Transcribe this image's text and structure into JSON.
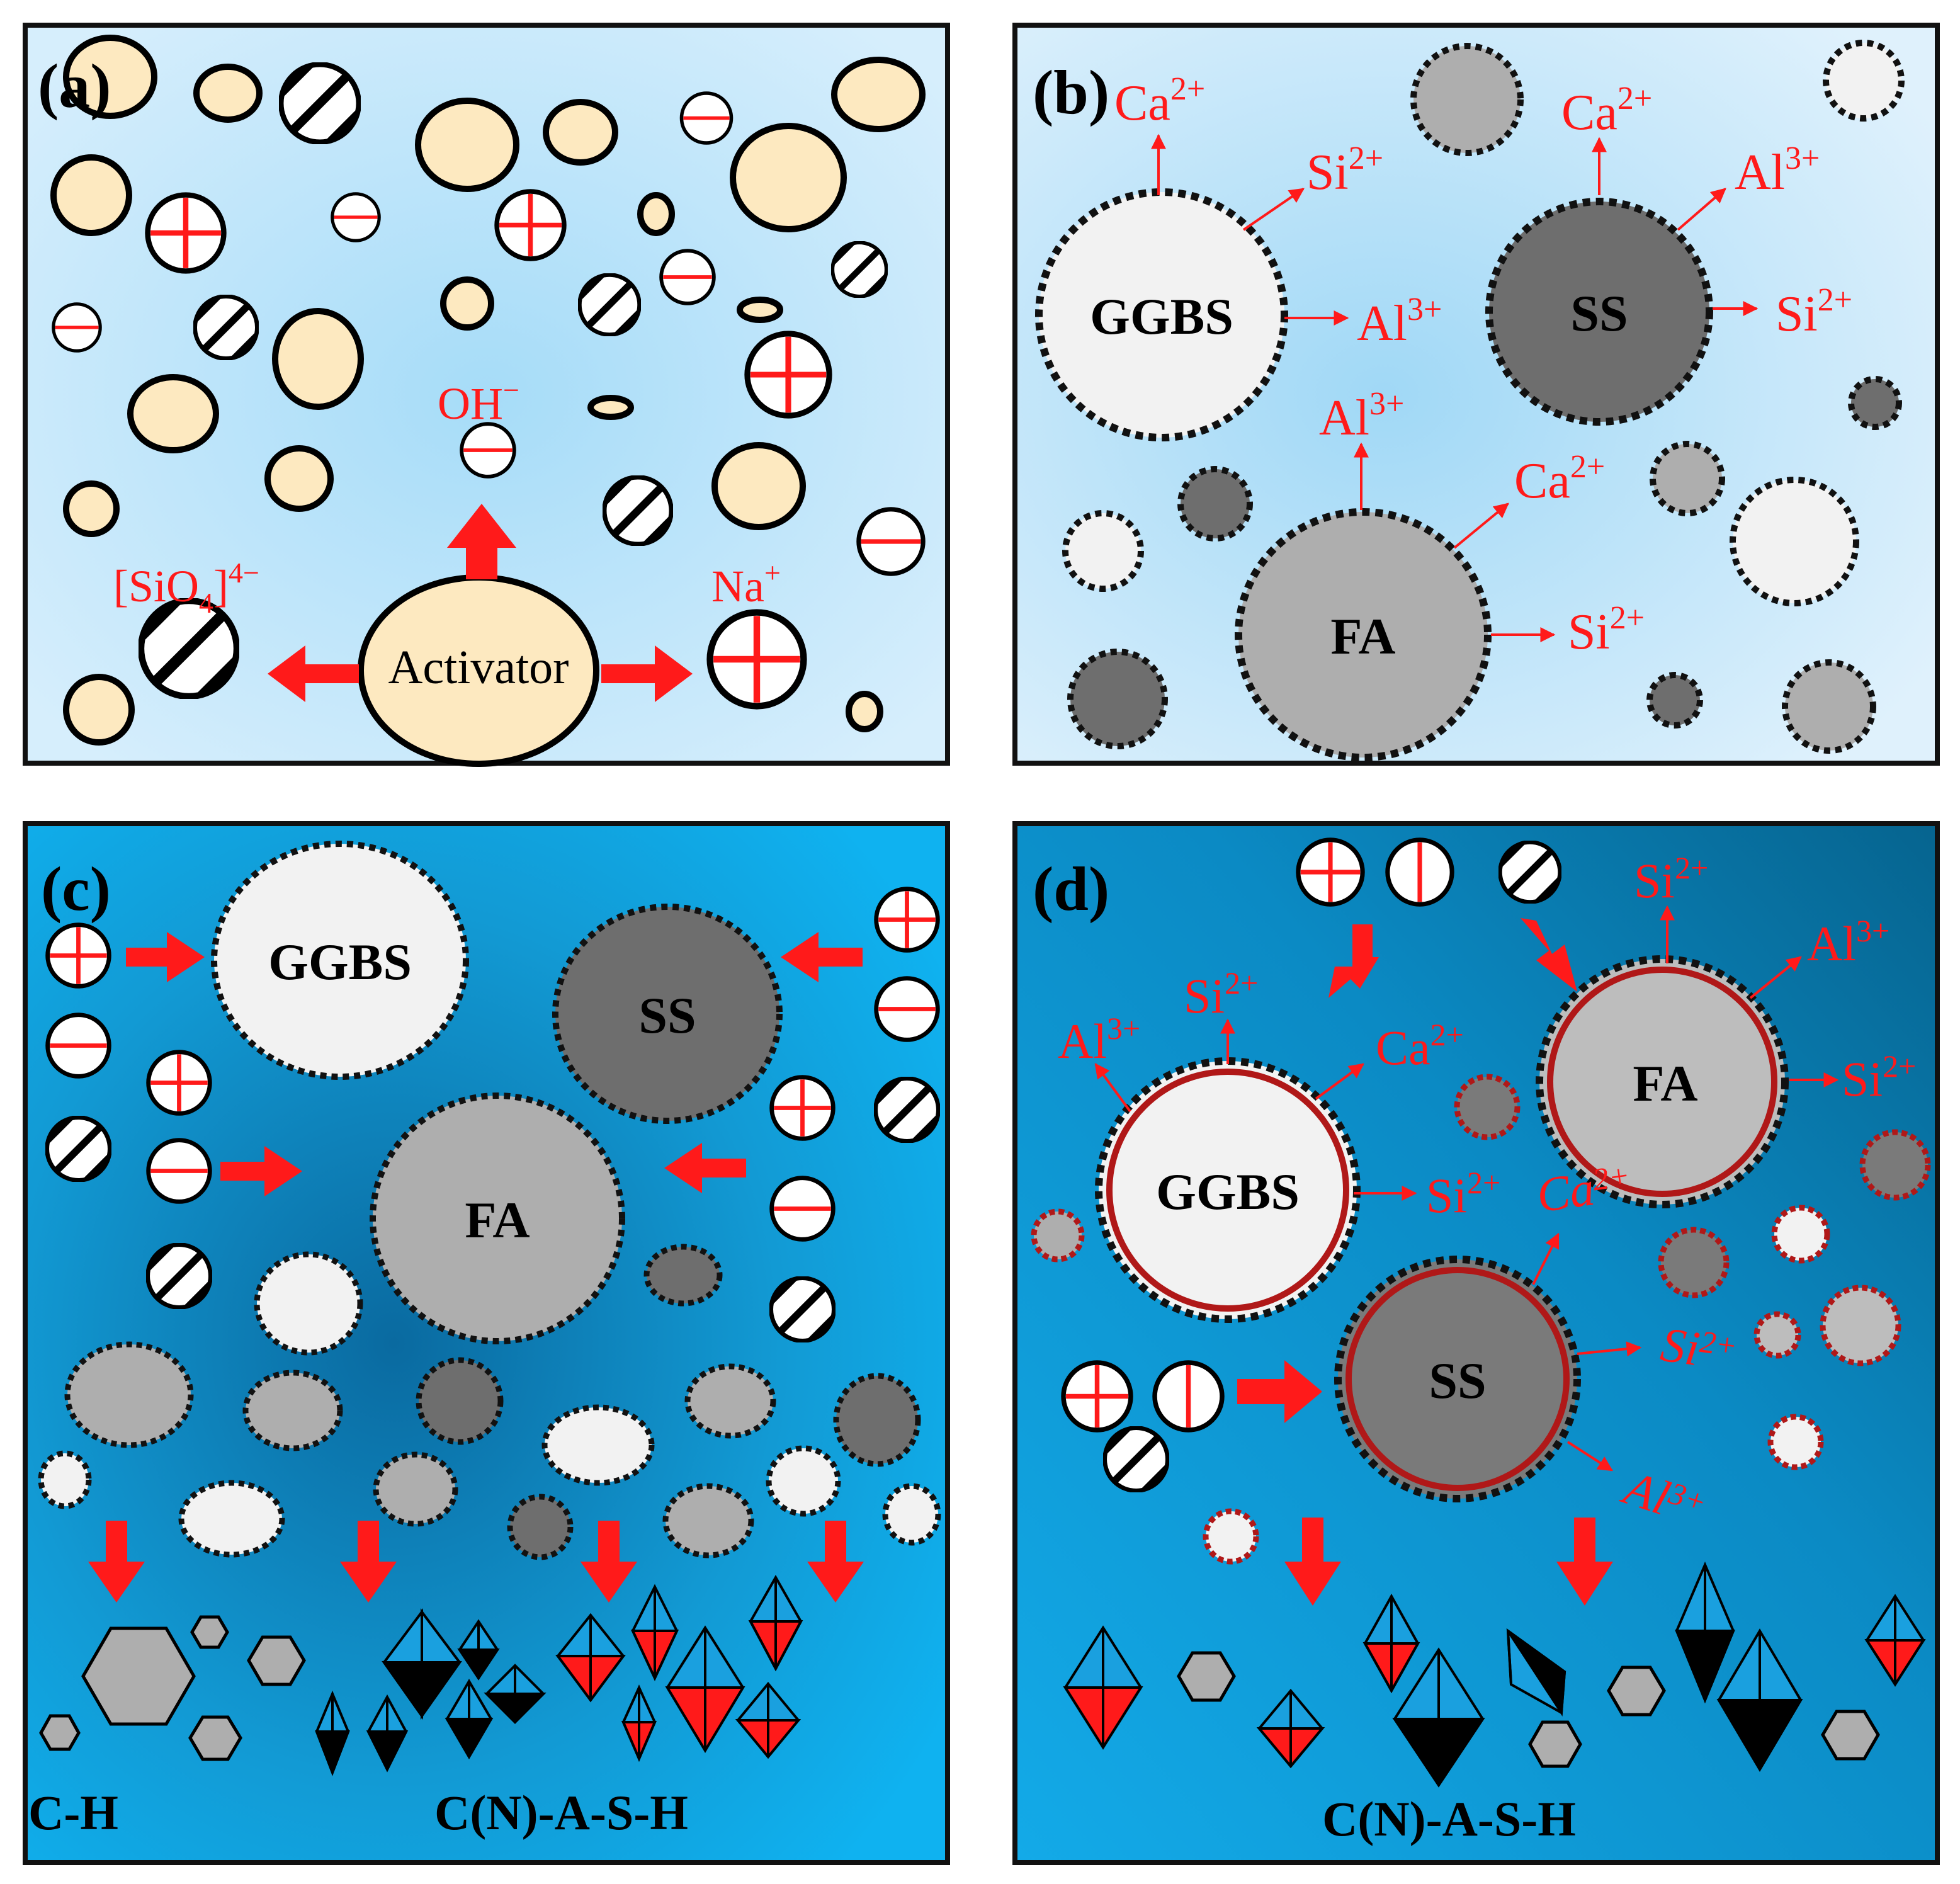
{
  "panels": {
    "a": {
      "tag": "(a)",
      "center": "Activator",
      "products": {
        "oh": "OH",
        "oh_sup": "−",
        "sio4": "[SiO",
        "sio4_sub": "4",
        "sio4_tail": "]",
        "sio4_sup": "4−",
        "na": "Na",
        "na_sup": "+"
      }
    },
    "b": {
      "tag": "(b)",
      "particles": [
        "GGBS",
        "SS",
        "FA"
      ],
      "ions": [
        {
          "base": "Ca",
          "sup": "2+"
        },
        {
          "base": "Si",
          "sup": "2+"
        },
        {
          "base": "Al",
          "sup": "3+"
        },
        {
          "base": "Ca",
          "sup": "2+"
        },
        {
          "base": "Al",
          "sup": "3+"
        },
        {
          "base": "Si",
          "sup": "2+"
        },
        {
          "base": "Al",
          "sup": "3+"
        },
        {
          "base": "Ca",
          "sup": "2+"
        },
        {
          "base": "Si",
          "sup": "2+"
        }
      ]
    },
    "c": {
      "tag": "(c)",
      "particles": [
        "GGBS",
        "SS",
        "FA"
      ],
      "products": [
        "C-H",
        "C(N)-A-S-H"
      ]
    },
    "d": {
      "tag": "(d)",
      "particles": [
        "GGBS",
        "FA",
        "SS"
      ],
      "ions": [
        {
          "base": "Si",
          "sup": "2+"
        },
        {
          "base": "Al",
          "sup": "3+"
        },
        {
          "base": "Si",
          "sup": "2+"
        },
        {
          "base": "Al",
          "sup": "3+"
        },
        {
          "base": "Ca",
          "sup": "2+"
        },
        {
          "base": "Si",
          "sup": "2+"
        },
        {
          "base": "Si",
          "sup": "2+"
        },
        {
          "base": "Ca",
          "sup": "2+"
        },
        {
          "base": "Si",
          "sup": "2+"
        },
        {
          "base": "Al",
          "sup": "3+"
        }
      ],
      "products": [
        "C(N)-A-S-H"
      ]
    }
  },
  "colors": {
    "ion_red": "#ff1a1a",
    "ring_red": "#b01818",
    "cream": "#fde9c0",
    "ggbs": "#f2f2f2",
    "fa": "#bdbdbd",
    "ss": "#7a7a7a"
  }
}
